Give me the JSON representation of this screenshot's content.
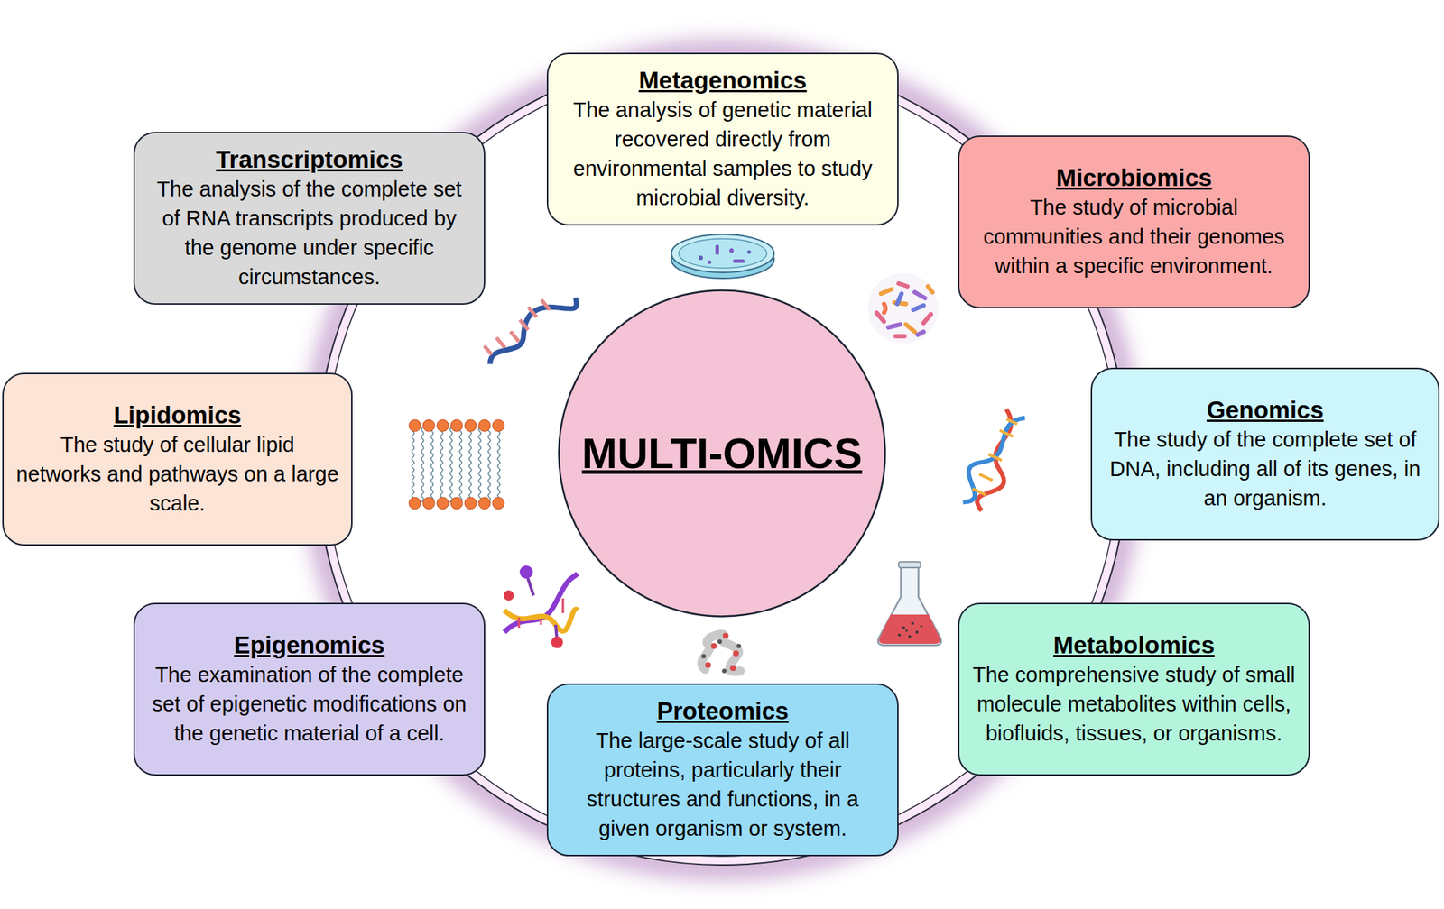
{
  "diagram": {
    "nodes": [
      {
        "text": [
          "Metagenomics",
          "The analysis of genetic material recovered directly from environmental samples to study microbial diversity."
        ]
      },
      {
        "text": [
          "Transcriptomics",
          "The analysis of the complete set of RNA transcripts produced by the genome under specific circumstances."
        ]
      },
      {
        "text": [
          "Microbiomics",
          "The study of microbial communities and their genomes within a specific environment."
        ]
      },
      {
        "text": [
          "MULTI-OMICS"
        ]
      },
      {
        "text": [
          "Lipidomics",
          "The study of cellular lipid networks and pathways on a large scale."
        ]
      },
      {
        "text": [
          "Genomics",
          "The study of the complete set of DNA, including all of its genes, in an organism."
        ]
      },
      {
        "text": [
          "Epigenomics",
          "The examination of the complete set of epigenetic modifications on the genetic material of a cell."
        ]
      },
      {
        "text": [
          "Metabolomics",
          "The comprehensive study of small molecule metabolites within cells, biofluids, tissues, or organisms."
        ]
      },
      {
        "text": [
          "Proteomics",
          "The large-scale study of all proteins, particularly their structures and functions, in a given organism or system."
        ]
      }
    ]
  }
}
